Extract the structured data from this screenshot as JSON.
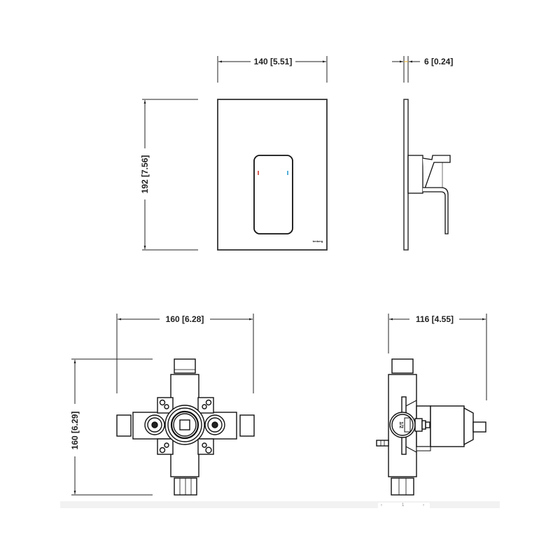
{
  "drawing": {
    "type": "technical-dimension-drawing",
    "units": "mm [in]",
    "line_color": "#1a1a1a",
    "highlight_color": "#e6a817",
    "views": {
      "trim_front": {
        "width_dim": "140 [5.51]",
        "height_dim": "192 [7.56]",
        "brand_label": "tenberg",
        "hot_indicator_color": "#d23a2e",
        "cold_indicator_color": "#2a9bd1"
      },
      "trim_side": {
        "depth_dim": "6 [0.24]"
      },
      "valve_front": {
        "width_dim": "160 [6.28]",
        "height_dim": "160 [6.29]"
      },
      "valve_side": {
        "depth_dim": "116 [4.55]",
        "port_label": "1/2"
      }
    }
  },
  "viewer_toolbar": {
    "page_indicator": "1",
    "left_arrow": "‹",
    "right_arrow": "›"
  }
}
